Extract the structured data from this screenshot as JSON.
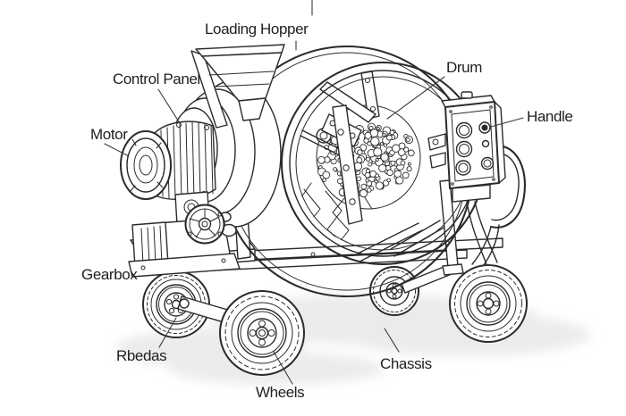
{
  "diagram": {
    "labels": {
      "loading_hopper": "Loading Hopper",
      "control_panel": "Control Panel",
      "motor": "Motor",
      "drum": "Drum",
      "handle": "Handle",
      "gearbox": "Gearbox",
      "rbedas": "Rbedas",
      "wheels": "Wheels",
      "chassis": "Chassis"
    },
    "colors": {
      "background": "#ffffff",
      "line": "#2b2b2b",
      "label_text": "#1f1f1f",
      "shadow": "#dcdcdc"
    }
  }
}
